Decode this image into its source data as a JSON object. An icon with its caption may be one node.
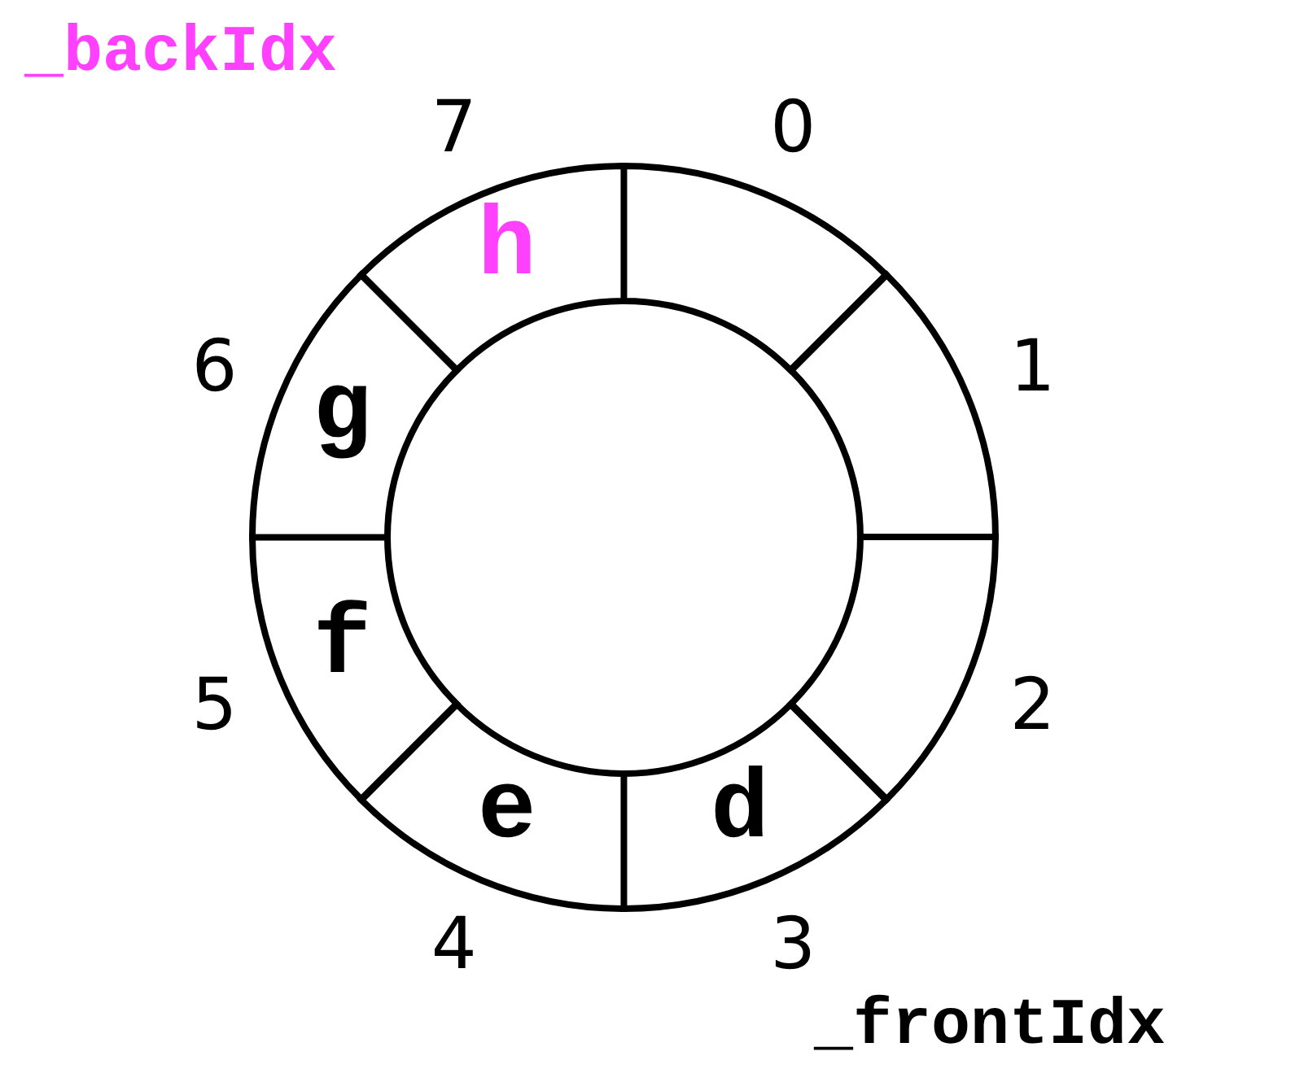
{
  "diagram": {
    "nodes": [
      {
        "text": [],
        "shape": "sector",
        "beside": [
          "0"
        ]
      },
      {
        "text": [],
        "shape": "sector",
        "beside": [
          "1"
        ]
      },
      {
        "text": [],
        "shape": "sector",
        "beside": [
          "2"
        ]
      },
      {
        "text": [
          "d"
        ],
        "beside": [
          "3"
        ]
      },
      {
        "text": [
          "e"
        ],
        "beside": [
          "4"
        ]
      },
      {
        "text": [
          "f"
        ],
        "beside": [
          "5"
        ]
      },
      {
        "text": [
          "g"
        ],
        "beside": [
          "6"
        ]
      },
      {
        "text": [
          "h"
        ],
        "beside": [
          "7"
        ]
      }
    ],
    "edges": [],
    "labels": [
      "_backIdx",
      "_frontIdx"
    ]
  }
}
